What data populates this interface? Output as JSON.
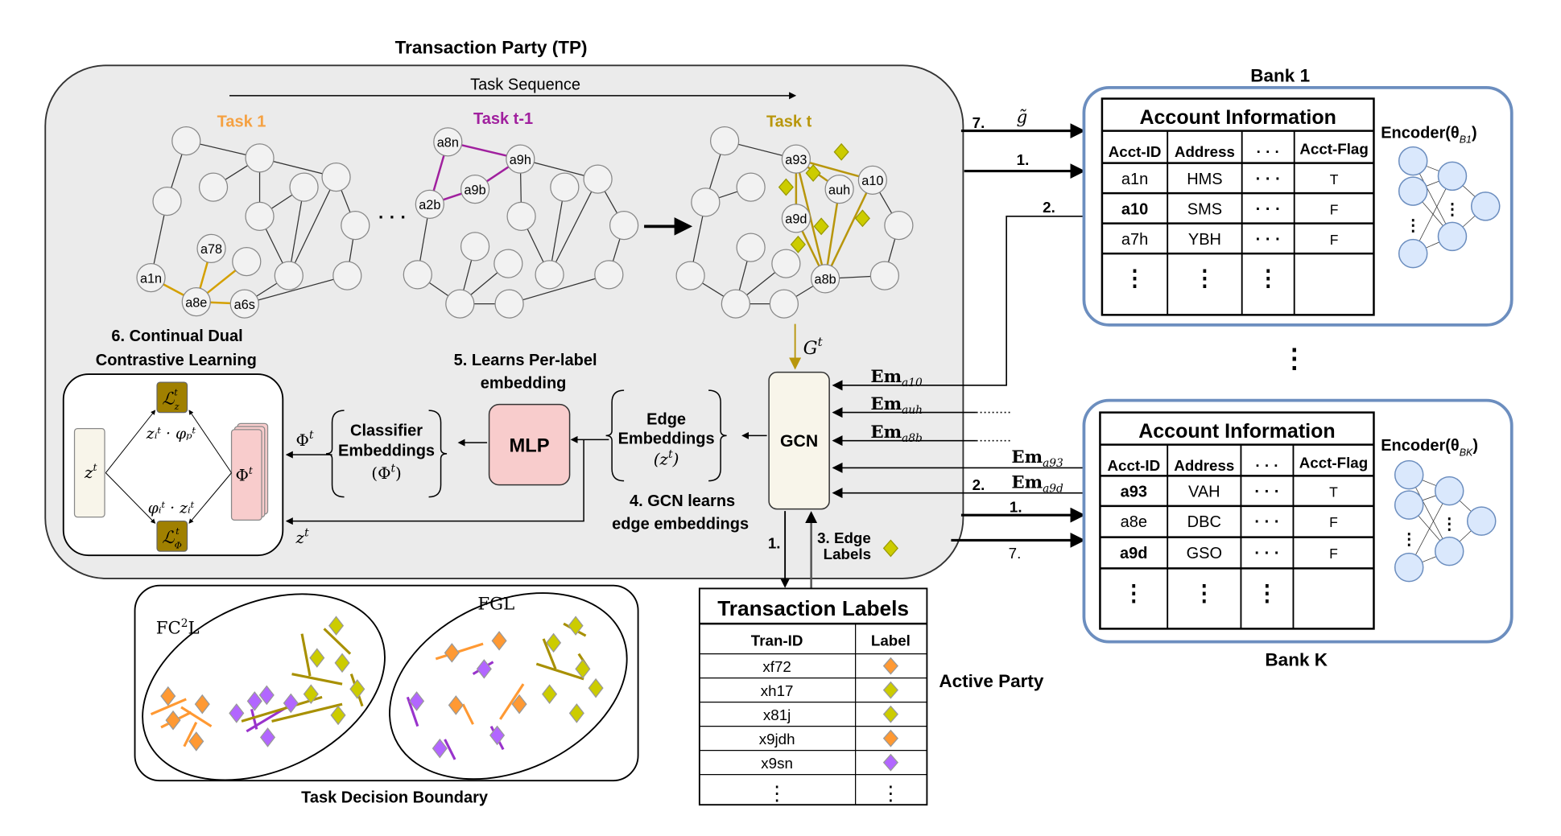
{
  "title": "Transaction Party (TP)",
  "task_sequence": "Task Sequence",
  "tasks": [
    {
      "label": "Task 1",
      "color": "#f5a142",
      "node_labels": [
        "a78",
        "a1n",
        "a8e",
        "a6s"
      ]
    },
    {
      "label": "Task t-1",
      "color": "#a0209e",
      "node_labels": [
        "a8n",
        "a9h",
        "a9b",
        "a2b"
      ]
    },
    {
      "label": "Task t",
      "color": "#b8960c",
      "node_labels": [
        "a93",
        "a10",
        "auh",
        "a9d",
        "a8b"
      ]
    }
  ],
  "ellipsis": "· · ·",
  "gt_label": "G",
  "gt_sup": "t",
  "gcn_label": "GCN",
  "mlp_label": "MLP",
  "edge_embeddings": {
    "line1": "Edge",
    "line2": "Embeddings",
    "line3": "(z",
    "sup": "t",
    "close": ")"
  },
  "classifier_embeddings": {
    "line1": "Classifier",
    "line2": "Embeddings",
    "line3": "(Φ",
    "sup": "t",
    "close": ")"
  },
  "step5": {
    "line1": "5. Learns Per-label",
    "line2": "embedding"
  },
  "step4": {
    "line1": "4. GCN learns",
    "line2": "edge embeddings"
  },
  "step6": {
    "line1": "6. Continual Dual",
    "line2": "Contrastive Learning"
  },
  "step3": {
    "line1": "3. Edge",
    "line2": "Labels"
  },
  "phi_arrow_label": "Φ",
  "z_arrow_label": "z",
  "sup_t": "t",
  "cdcl": {
    "z_box": "z",
    "phi_box": "Φ",
    "loss_z": "ℒ",
    "loss_z_sub": "z",
    "loss_phi": "ℒ",
    "loss_phi_sub": "Φ",
    "top_expr": "zᵢᵗ · φₚᵗ",
    "bottom_expr": "φᵢᵗ · zᵢᵗ"
  },
  "embedding_labels": [
    {
      "base": "Em",
      "sub": "a10"
    },
    {
      "base": "Em",
      "sub": "auh"
    },
    {
      "base": "Em",
      "sub": "a8b"
    },
    {
      "base": "Em",
      "sub": "a93"
    },
    {
      "base": "Em",
      "sub": "a9d"
    }
  ],
  "step_numbers": {
    "s1": "1.",
    "s2": "2.",
    "s7": "7.",
    "g_tilde": "g̃"
  },
  "transaction_labels": {
    "title": "Transaction Labels",
    "headers": [
      "Tran-ID",
      "Label"
    ],
    "rows": [
      {
        "id": "xf72",
        "label_color": "#ff9933"
      },
      {
        "id": "xh17",
        "label_color": "#cccc00"
      },
      {
        "id": "x81j",
        "label_color": "#cccc00"
      },
      {
        "id": "x9jdh",
        "label_color": "#ff9933"
      },
      {
        "id": "x9sn",
        "label_color": "#b266ff"
      }
    ],
    "more": "⋮"
  },
  "active_party": "Active Party",
  "decision_boundary": {
    "title": "Task Decision Boundary",
    "left": "FC",
    "left_sup": "2",
    "left_end": "L",
    "right": "FGL"
  },
  "banks": [
    {
      "name": "Bank 1",
      "table_title": "Account Information",
      "headers": [
        "Acct-ID",
        "Address",
        "· · ·",
        "Acct-Flag"
      ],
      "rows": [
        {
          "id": "a1n",
          "bold": false,
          "address": "HMS",
          "dots": "· · ·",
          "flag": "T"
        },
        {
          "id": "a10",
          "bold": true,
          "address": "SMS",
          "dots": "· · ·",
          "flag": "F"
        },
        {
          "id": "a7h",
          "bold": false,
          "address": "YBH",
          "dots": "· · ·",
          "flag": "F"
        }
      ],
      "more": "⋮",
      "encoder": "Encoder(θ",
      "encoder_sub": "B1",
      "encoder_close": ")"
    },
    {
      "name": "Bank K",
      "table_title": "Account Information",
      "headers": [
        "Acct-ID",
        "Address",
        "· · ·",
        "Acct-Flag"
      ],
      "rows": [
        {
          "id": "a93",
          "bold": true,
          "address": "VAH",
          "dots": "· · ·",
          "flag": "T"
        },
        {
          "id": "a8e",
          "bold": false,
          "address": "DBC",
          "dots": "· · ·",
          "flag": "F"
        },
        {
          "id": "a9d",
          "bold": true,
          "address": "GSO",
          "dots": "· · ·",
          "flag": "F"
        }
      ],
      "more": "⋮",
      "encoder": "Encoder(θ",
      "encoder_sub": "BK",
      "encoder_close": ")"
    }
  ],
  "bank_gap_dots": "⋮",
  "colors": {
    "orange": "#ff9933",
    "purple": "#b266ff",
    "olive": "#cccc00",
    "olive_dark": "#a08000",
    "bank_border": "#6c8ebf",
    "pink": "#f8cccc",
    "cream": "#f8f5ea",
    "tp_bg": "#ebebeb"
  }
}
